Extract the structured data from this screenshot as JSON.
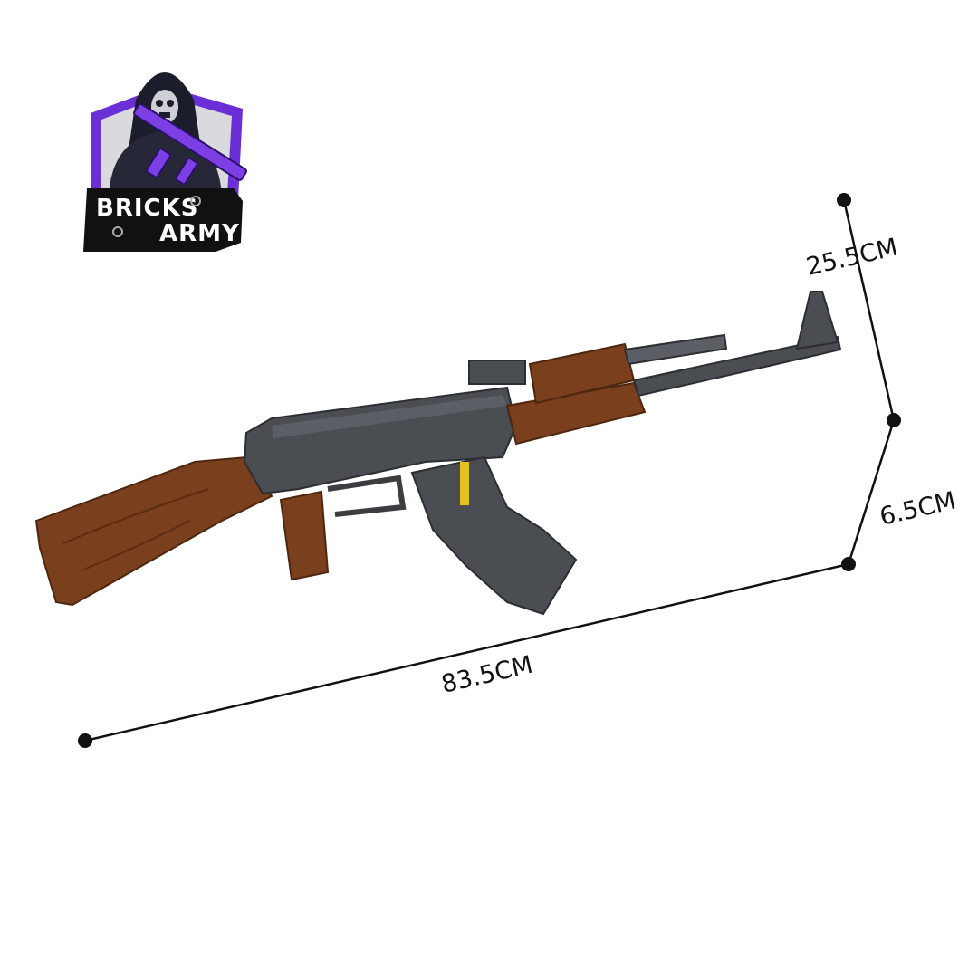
{
  "logo": {
    "word_1": "BRICKS",
    "word_2": "ARMY",
    "accent_color": "#7b3fe4",
    "panel_color": "#111111"
  },
  "dimensions": {
    "length": "83.5CM",
    "height": "25.5CM",
    "width": "6.5CM"
  },
  "product": {
    "wood_color": "#7a3f1c",
    "metal_color": "#4a4d52"
  }
}
